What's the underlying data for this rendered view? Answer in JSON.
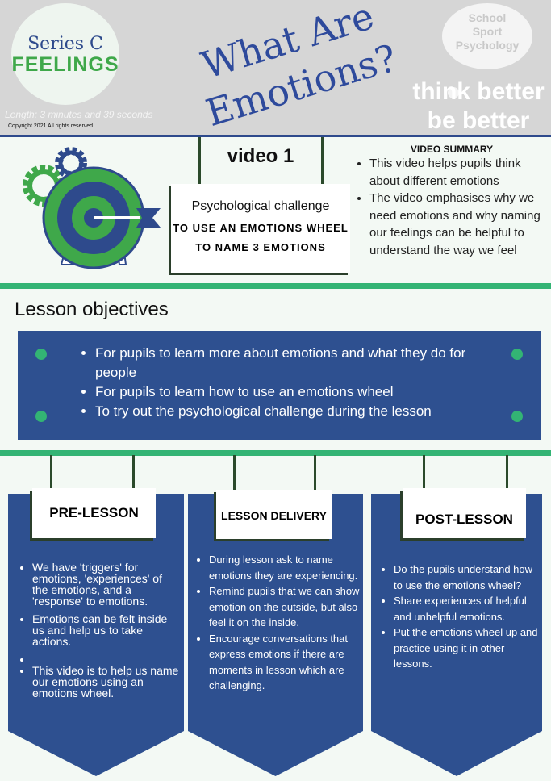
{
  "header": {
    "series": "Series C",
    "feelings": "FEELINGS",
    "length": "Length: 3 minutes and 39 seconds",
    "copyright": "Copyright 2021 All rights reserved",
    "title_line1": "What Are",
    "title_line2": "Emotions?",
    "brand": "School Sport Psychology",
    "brand_lines": [
      "School",
      "Sport",
      "Psychology"
    ],
    "tagline_1": "think better",
    "tagline_2": "be better"
  },
  "video": {
    "label": "video 1",
    "challenge_title": "Psychological challenge",
    "challenge_line1": "TO USE AN EMOTIONS WHEEL",
    "challenge_line2": "TO NAME 3 EMOTIONS"
  },
  "summary": {
    "title": "VIDEO SUMMARY",
    "items": [
      "This video helps pupils think about different emotions",
      "The video emphasises why we need emotions and why naming our feelings can be helpful to understand the way we feel"
    ]
  },
  "objectives": {
    "title": "Lesson objectives",
    "items": [
      "For pupils to learn more about emotions and what they do for people",
      "For pupils to learn how to use an emotions wheel",
      "To try out the psychological challenge during the lesson"
    ]
  },
  "columns": [
    {
      "title": "PRE-LESSON",
      "items": [
        "We have 'triggers' for emotions, 'experiences' of the emotions, and a 'response' to emotions.",
        "Emotions can be felt inside us and help us to take actions.",
        "",
        "This video is to help us name our emotions using an emotions wheel."
      ]
    },
    {
      "title": "LESSON DELIVERY",
      "items": [
        "During  lesson ask to name emotions they are experiencing.",
        "Remind pupils that we can show emotion on the outside, but also feel it on the inside.",
        "Encourage conversations that express emotions if there are moments in lesson which are challenging."
      ]
    },
    {
      "title": "POST-LESSON",
      "items": [
        "Do the pupils understand how to use the emotions wheel?",
        "Share experiences of helpful and unhelpful emotions.",
        "Put the emotions wheel up and practice using it in other lessons."
      ]
    }
  ]
}
